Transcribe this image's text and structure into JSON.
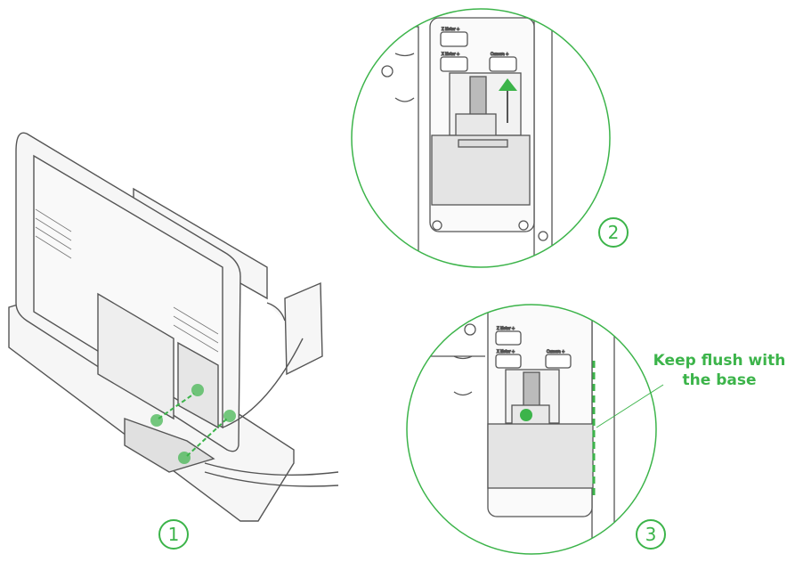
{
  "steps": [
    "1",
    "2",
    "3"
  ],
  "callout": {
    "line1": "Keep flush with",
    "line2": "the base"
  },
  "port_labels": {
    "z_motor": "Z Motor +",
    "x_motor": "X Motor +",
    "camera": "Camera +"
  },
  "colors": {
    "accent": "#3cb44a",
    "line": "#555555",
    "fill": "#f2f2f2"
  }
}
